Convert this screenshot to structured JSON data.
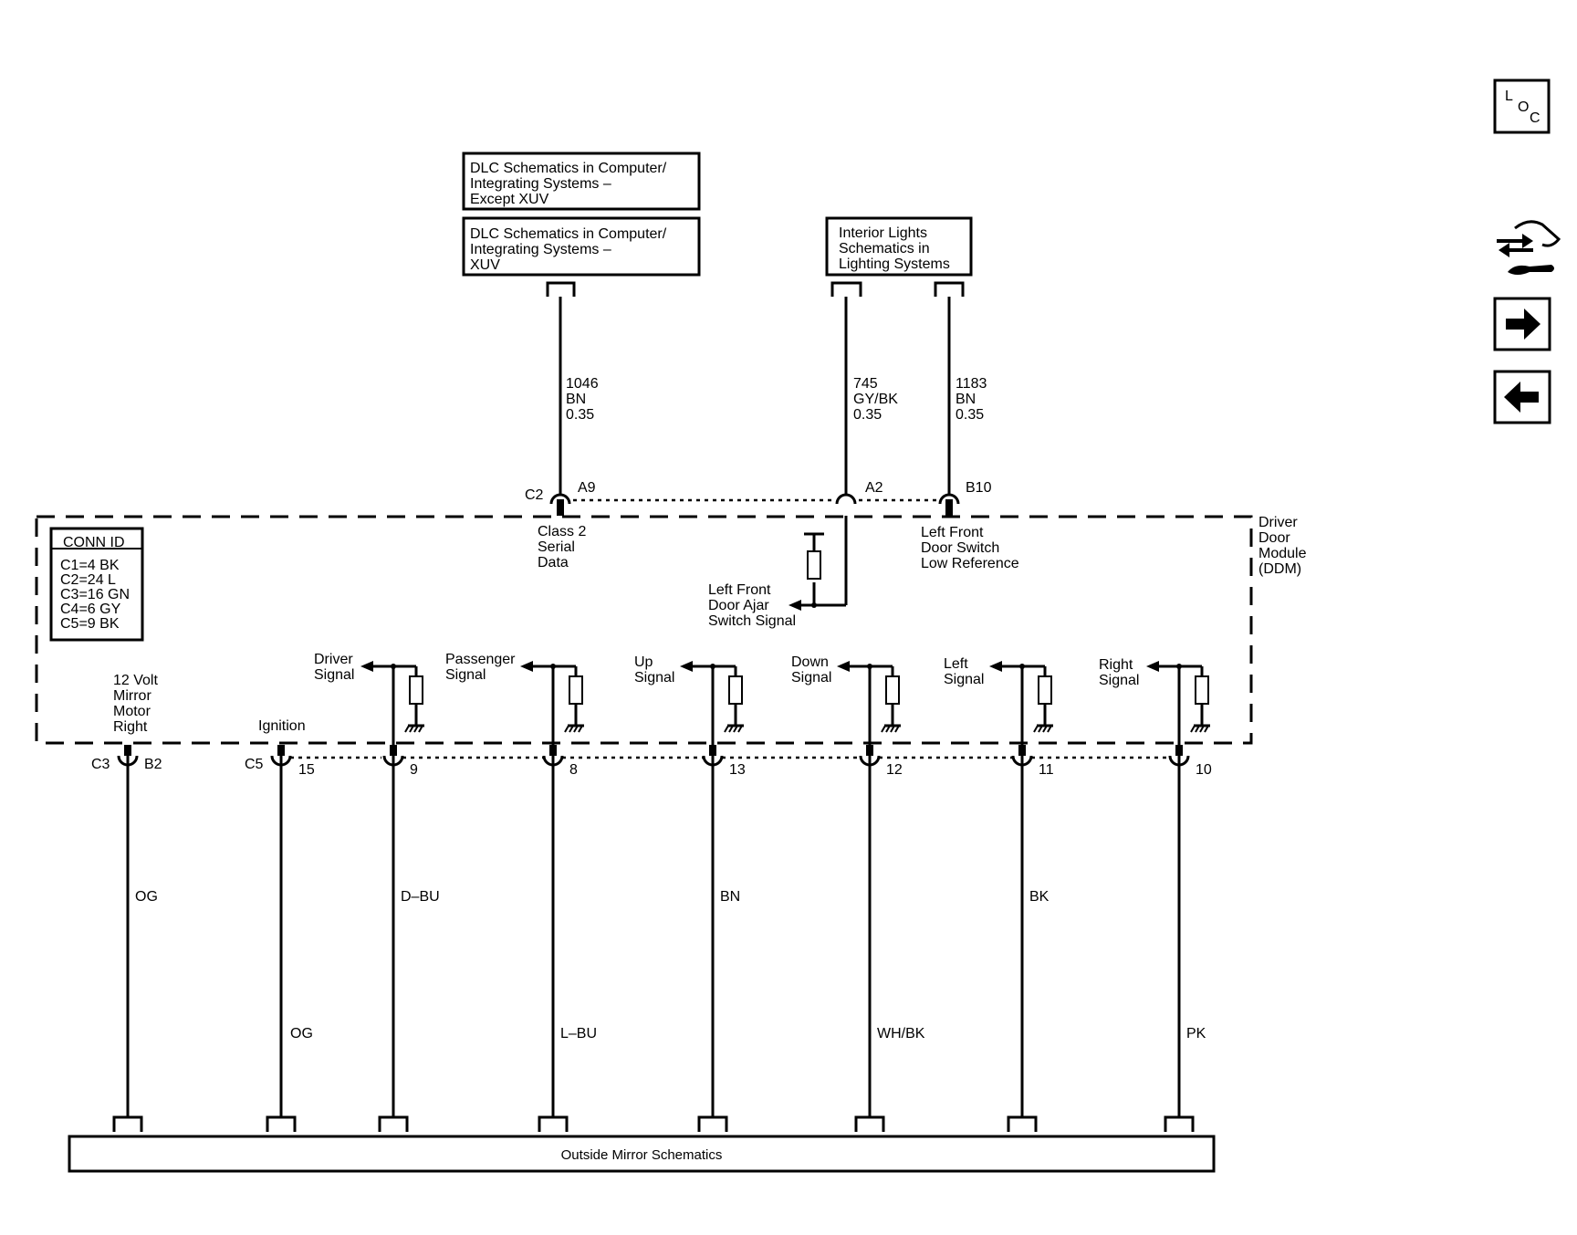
{
  "ref_boxes": {
    "dlc_except_xuv": [
      "DLC Schematics in Computer/",
      "Integrating Systems –",
      "Except XUV"
    ],
    "dlc_xuv": [
      "DLC Schematics in Computer/",
      "Integrating Systems –",
      "XUV"
    ],
    "interior_lights": [
      "Interior Lights",
      "Schematics in",
      "Lighting Systems"
    ]
  },
  "top_wires": [
    {
      "circuit": "1046",
      "color": "BN",
      "size": "0.35"
    },
    {
      "circuit": "745",
      "color": "GY/BK",
      "size": "0.35"
    },
    {
      "circuit": "1183",
      "color": "BN",
      "size": "0.35"
    }
  ],
  "top_connectors": {
    "c2": "C2",
    "a9": "A9",
    "a2": "A2",
    "b10": "B10"
  },
  "module": {
    "name": [
      "Driver",
      "Door",
      "Module",
      "(DDM)"
    ],
    "class2": [
      "Class 2",
      "Serial",
      "Data"
    ],
    "door_switch_low_ref": [
      "Left Front",
      "Door Switch",
      "Low Reference"
    ],
    "door_ajar": [
      "Left Front",
      "Door Ajar",
      "Switch Signal"
    ],
    "mirror_motor": [
      "12 Volt",
      "Mirror",
      "Motor",
      "Right"
    ],
    "ignition": "Ignition"
  },
  "conn_id": {
    "title": "CONN ID",
    "rows": [
      "C1=4 BK",
      "C2=24 L",
      "C3=16 GN",
      "C4=6 GY",
      "C5=9 BK"
    ]
  },
  "signals": [
    {
      "label": [
        "Driver",
        "Signal"
      ],
      "pin": "9",
      "wire_color": "D–BU"
    },
    {
      "label": [
        "Passenger",
        "Signal"
      ],
      "pin": "8",
      "wire_color": "L–BU"
    },
    {
      "label": [
        "Up",
        "Signal"
      ],
      "pin": "13",
      "wire_color": "BN"
    },
    {
      "label": [
        "Down",
        "Signal"
      ],
      "pin": "12",
      "wire_color": "WH/BK"
    },
    {
      "label": [
        "Left",
        "Signal"
      ],
      "pin": "11",
      "wire_color": "BK"
    },
    {
      "label": [
        "Right",
        "Signal"
      ],
      "pin": "10",
      "wire_color": "PK"
    }
  ],
  "bottom_connectors": {
    "c3": "C3",
    "b2": "B2",
    "c3_wire": "OG",
    "c5": "C5",
    "pin15": "15",
    "c5_wire": "OG"
  },
  "outside_mirror": "Outside Mirror Schematics",
  "nav": {
    "loc": [
      "L",
      "O",
      "C"
    ],
    "loc_icon": "loc-icon",
    "tools_icon": "wrench-arrows-icon",
    "next_icon": "arrow-right-icon",
    "prev_icon": "arrow-left-icon"
  }
}
